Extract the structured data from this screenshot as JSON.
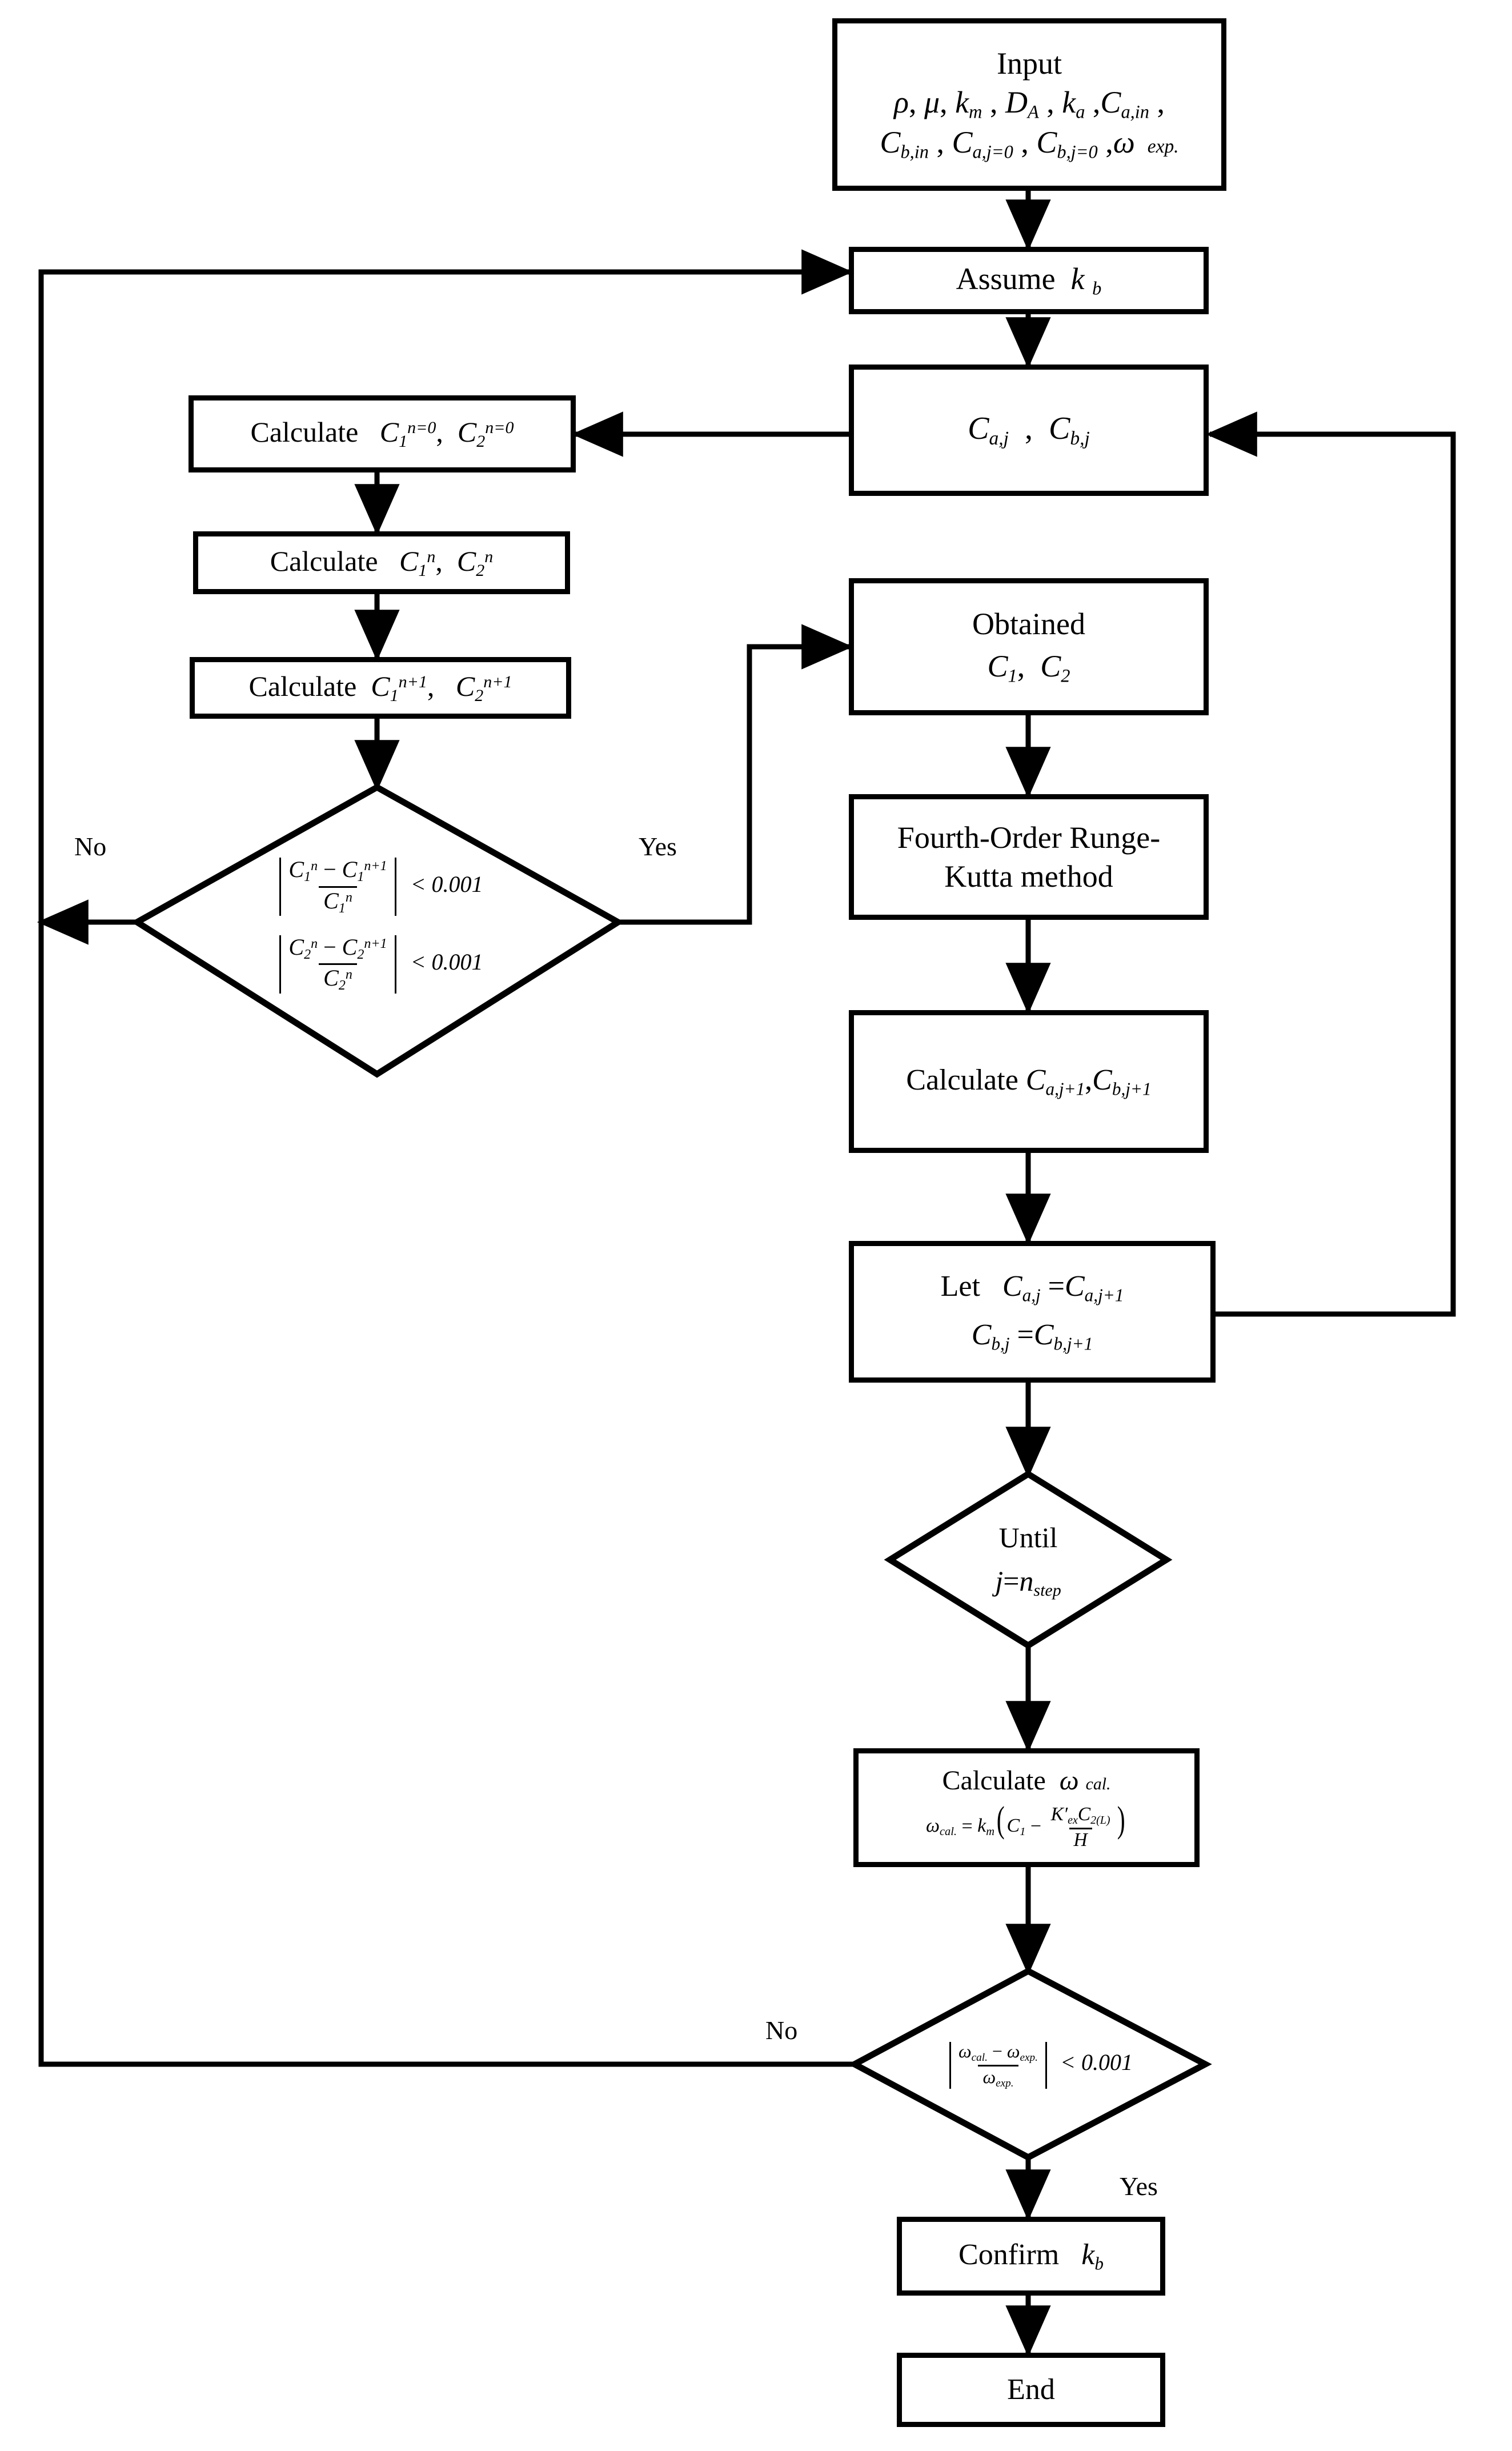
{
  "diagram": {
    "title": "Iterative calculation flowchart for determination of k_b",
    "type": "flowchart",
    "line_color": "#000000",
    "background_color": "#ffffff",
    "nodes": [
      {
        "id": "input",
        "shape": "rectangle",
        "line1": "Input",
        "line2": "ρ, μ, k",
        "full_text": "Input  ρ, μ, k_m, D_A, k_a, C_a,in, C_b,in, C_a,j=0, C_b,j=0, ω_exp."
      },
      {
        "id": "assume",
        "shape": "rectangle",
        "text": "Assume",
        "symbol": "k_b",
        "full_text": "Assume k_b"
      },
      {
        "id": "caj-cbj",
        "shape": "rectangle",
        "full_text": "C_a,j , C_b,j"
      },
      {
        "id": "calc-n0",
        "shape": "rectangle",
        "text": "Calculate",
        "full_text": "Calculate C_1^{n=0}, C_2^{n=0}"
      },
      {
        "id": "calc-n",
        "shape": "rectangle",
        "text": "Calculate",
        "full_text": "Calculate C_1^{n}, C_2^{n}"
      },
      {
        "id": "calc-n1",
        "shape": "rectangle",
        "text": "Calculate",
        "full_text": "Calculate C_1^{n+1}, C_2^{n+1}"
      },
      {
        "id": "converge-diamond",
        "shape": "diamond",
        "threshold": "0.001",
        "full_text": "|(C_1^n - C_1^{n+1})/C_1^n| < 0.001 ; |(C_2^n - C_2^{n+1})/C_2^n| < 0.001"
      },
      {
        "id": "obtained",
        "shape": "rectangle",
        "text": "Obtained",
        "full_text": "Obtained C_1, C_2"
      },
      {
        "id": "runge-kutta",
        "shape": "rectangle",
        "line1": "Fourth-Order Runge-",
        "line2": "Kutta method",
        "full_text": "Fourth-Order Runge-Kutta method"
      },
      {
        "id": "calc-caj1",
        "shape": "rectangle",
        "text": "Calculate",
        "full_text": "Calculate C_a,j+1, C_b,j+1"
      },
      {
        "id": "let",
        "shape": "rectangle",
        "text": "Let",
        "full_text": "Let C_a,j = C_a,j+1 ; C_b,j = C_b,j+1"
      },
      {
        "id": "until",
        "shape": "diamond",
        "line1": "Until",
        "full_text": "Until j = n_step"
      },
      {
        "id": "calc-omega",
        "shape": "rectangle",
        "text": "Calculate",
        "symbol": "ω",
        "subscript": "cal.",
        "full_text": "Calculate ω_cal.  ω_cal. = k_m ( C_1 - K'_ex C_2(L) / H )"
      },
      {
        "id": "omega-diamond",
        "shape": "diamond",
        "threshold": "0.001",
        "full_text": "|(ω_cal. - ω_exp.)/ω_exp.| < 0.001"
      },
      {
        "id": "confirm",
        "shape": "rectangle",
        "text": "Confirm",
        "symbol": "k_b",
        "full_text": "Confirm k_b"
      },
      {
        "id": "end",
        "shape": "rectangle",
        "text": "End",
        "full_text": "End"
      }
    ],
    "edge_labels": [
      {
        "id": "yes-converge",
        "text": "Yes"
      },
      {
        "id": "no-converge",
        "text": "No"
      },
      {
        "id": "no-omega",
        "text": "No"
      },
      {
        "id": "yes-omega",
        "text": "Yes"
      }
    ],
    "symbols": {
      "rho": "ρ",
      "mu": "μ",
      "omega": "ω",
      "km": "k",
      "km_sub": "m",
      "DA": "D",
      "DA_sub": "A",
      "ka": "k",
      "ka_sub": "a",
      "kb": "k",
      "kb_sub": "b",
      "C": "C",
      "a_in": "a,in",
      "b_in": "b,in",
      "a_j0": "a,j=0",
      "b_j0": "b,j=0",
      "exp": "exp.",
      "cal": "cal.",
      "a_j": "a,j",
      "b_j": "b,j",
      "a_j1": "a,j+1",
      "b_j1": "b,j+1",
      "n0": "n=0",
      "n": "n",
      "n1": "n+1",
      "one": "1",
      "two": "2",
      "lt": "<",
      "eq": "=",
      "minus": "−",
      "comma": ",",
      "threshold": "0.001",
      "nstep": "n",
      "nstep_sub": "step",
      "j": "j",
      "Kex": "K",
      "Kex_prime": "′",
      "Kex_sub": "ex",
      "C2L": "2(L)",
      "H": "H"
    }
  }
}
